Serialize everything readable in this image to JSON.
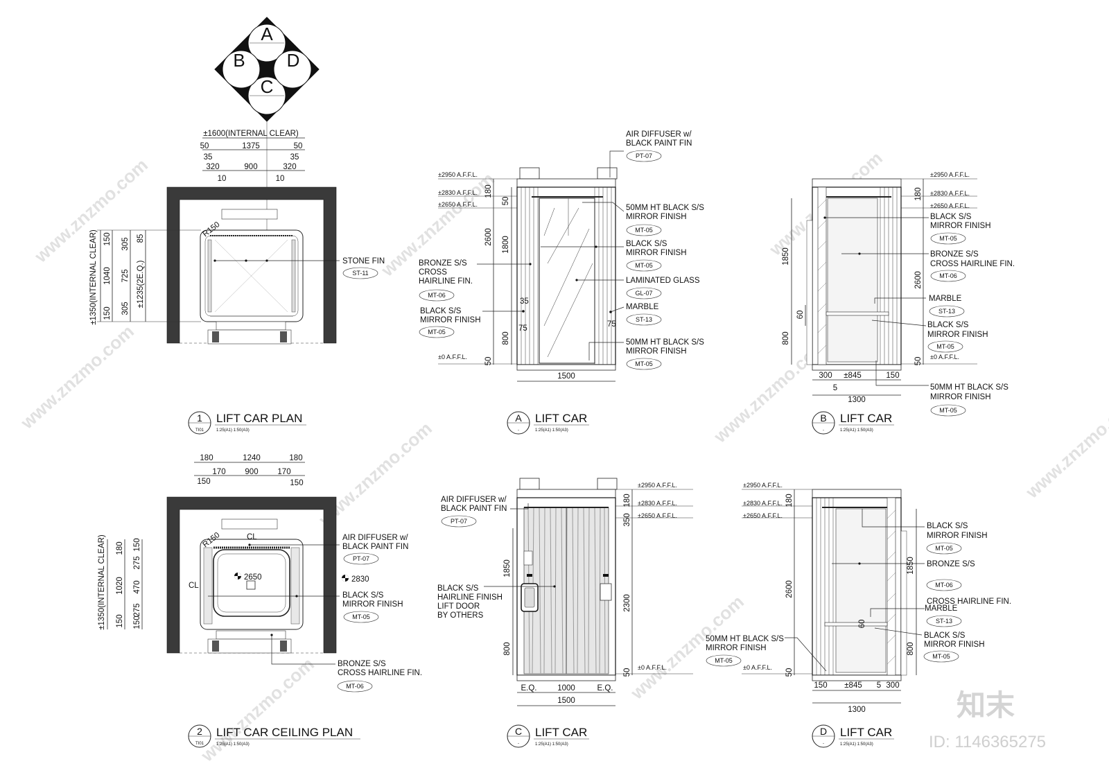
{
  "compass": {
    "a": "A",
    "b": "B",
    "c": "C",
    "d": "D"
  },
  "plan1": {
    "dims_top": [
      "±1600(INTERNAL CLEAR)",
      "50",
      "1375",
      "50",
      "35",
      "35",
      "320",
      "900",
      "320",
      "10",
      "10"
    ],
    "dims_left": [
      "±1350(INTERNAL CLEAR)",
      "150",
      "1040",
      "150",
      "305",
      "725",
      "305",
      "85",
      "±1235(2E.Q.)"
    ],
    "radius": "R150",
    "label_stone": "STONE FIN",
    "tag_stone": "ST-11",
    "title_num": "1",
    "title_ref": "TI01",
    "title": "LIFT CAR PLAN",
    "scale": "1:25(A1) 1:50(A3)"
  },
  "plan2": {
    "dims_top": [
      "180",
      "1240",
      "180",
      "170",
      "900",
      "170",
      "150",
      "150"
    ],
    "dims_left": [
      "±1350(INTERNAL CLEAR)",
      "180",
      "1020",
      "150",
      "150",
      "275",
      "470",
      "275",
      "150"
    ],
    "radius": "R150",
    "level_2650": "2650",
    "level_2830": "2830",
    "cl": "CL",
    "label_air_1": "AIR DIFFUSER w/",
    "label_air_2": "BLACK PAINT FIN",
    "tag_air": "PT-07",
    "label_bss_1": "BLACK S/S",
    "label_bss_2": "MIRROR FINISH",
    "tag_bss": "MT-05",
    "label_bronze_1": "BRONZE S/S",
    "label_bronze_2": "CROSS HAIRLINE FIN.",
    "tag_bronze": "MT-06",
    "title_num": "2",
    "title_ref": "TI01",
    "title": "LIFT CAR CEILING PLAN",
    "scale": "1:25(A1) 1:50(A3)"
  },
  "elevA": {
    "levels": [
      "±2950 A.F.F.L.",
      "±2830 A.F.F.L.",
      "±2650 A.F.F.L.",
      "±0 A.F.F.L."
    ],
    "dims_left": [
      "180",
      "50",
      "2600",
      "1800",
      "800",
      "50",
      "35",
      "75",
      "75"
    ],
    "dim_bottom": "1500",
    "air_1": "AIR DIFFUSER w/",
    "air_2": "BLACK PAINT FIN",
    "tag_air": "PT-07",
    "ht50_1": "50MM HT BLACK S/S",
    "ht50_2": "MIRROR FINISH",
    "tag_ht50": "MT-05",
    "bss_1": "BLACK S/S",
    "bss_2": "MIRROR FINISH",
    "tag_bss": "MT-05",
    "glass": "LAMINATED GLASS",
    "tag_glass": "GL-07",
    "marble": "MARBLE",
    "tag_marble": "ST-13",
    "ht50b_1": "50MM HT BLACK S/S",
    "ht50b_2": "MIRROR FINISH",
    "tag_ht50b": "MT-05",
    "bronze_1": "BRONZE S/S",
    "bronze_2": "CROSS",
    "bronze_3": "HAIRLINE FIN.",
    "tag_bronze": "MT-06",
    "lbss_1": "BLACK S/S",
    "lbss_2": "MIRROR FINISH",
    "tag_lbss": "MT-05",
    "title_num": "A",
    "title_ref": "-",
    "title": "LIFT CAR",
    "scale": "1:25(A1) 1:50(A3)"
  },
  "elevB": {
    "levels": [
      "±2950 A.F.F.L.",
      "±2830 A.F.F.L.",
      "±2650 A.F.F.L.",
      "±0 A.F.F.L."
    ],
    "dims_left": [
      "1850",
      "60",
      "800"
    ],
    "dims_right": [
      "180",
      "2600",
      "50"
    ],
    "dims_bottom": [
      "300",
      "±845",
      "150",
      "5",
      "1300"
    ],
    "bss_1": "BLACK S/S",
    "bss_2": "MIRROR FINISH",
    "tag_bss": "MT-05",
    "bronze_1": "BRONZE S/S",
    "bronze_2": "CROSS HAIRLINE FIN.",
    "tag_bronze": "MT-06",
    "marble": "MARBLE",
    "tag_marble": "ST-13",
    "bss2_1": "BLACK S/S",
    "bss2_2": "MIRROR FINISH",
    "tag_bss2": "MT-05",
    "ht50_1": "50MM HT BLACK S/S",
    "ht50_2": "MIRROR FINISH",
    "tag_ht50": "MT-05",
    "title_num": "B",
    "title_ref": "-",
    "title": "LIFT CAR",
    "scale": "1:25(A1) 1:50(A3)"
  },
  "elevC": {
    "levels": [
      "±2950 A.F.F.L.",
      "±2830 A.F.F.L.",
      "±2650 A.F.F.L.",
      "±0 A.F.F.L."
    ],
    "dims_left": [
      "1850",
      "800"
    ],
    "dims_right": [
      "180",
      "350",
      "2300",
      "50"
    ],
    "dims_bottom": [
      "E.Q.",
      "1000",
      "E.Q.",
      "1500"
    ],
    "air_1": "AIR DIFFUSER w/",
    "air_2": "BLACK PAINT FIN",
    "tag_air": "PT-07",
    "door_1": "BLACK S/S",
    "door_2": "HAIRLINE FINISH",
    "door_3": "LIFT DOOR",
    "door_4": "BY OTHERS",
    "title_num": "C",
    "title_ref": "-",
    "title": "LIFT CAR",
    "scale": "1:25(A1) 1:50(A3)"
  },
  "elevD": {
    "levels": [
      "±2950 A.F.F.L.",
      "±2830 A.F.F.L.",
      "±2650 A.F.F.L.",
      "±0 A.F.F.L."
    ],
    "dims_left": [
      "180",
      "2600",
      "50"
    ],
    "dims_right": [
      "1850",
      "60",
      "800"
    ],
    "dims_bottom": [
      "150",
      "±845",
      "5",
      "300",
      "1300"
    ],
    "bss_1": "BLACK S/S",
    "bss_2": "MIRROR FINISH",
    "tag_bss": "MT-05",
    "bronze": "BRONZE S/S",
    "tag_bronze": "MT-06",
    "cross": "CROSS HAIRLINE FIN.",
    "marble": "MARBLE",
    "tag_marble": "ST-13",
    "bss2_1": "BLACK S/S",
    "bss2_2": "MIRROR FINISH",
    "tag_bss2": "MT-05",
    "ht50_1": "50MM HT BLACK S/S",
    "ht50_2": "MIRROR FINISH",
    "tag_ht50": "MT-05",
    "title_num": "D",
    "title_ref": "-",
    "title": "LIFT CAR",
    "scale": "1:25(A1) 1:50(A3)"
  },
  "watermark": {
    "text": "www.znzmo.com",
    "logo": "知末",
    "id": "ID: 1146365275"
  },
  "colors": {
    "wall": "#3a3a3a",
    "line": "#222222",
    "paper": "#ffffff"
  }
}
